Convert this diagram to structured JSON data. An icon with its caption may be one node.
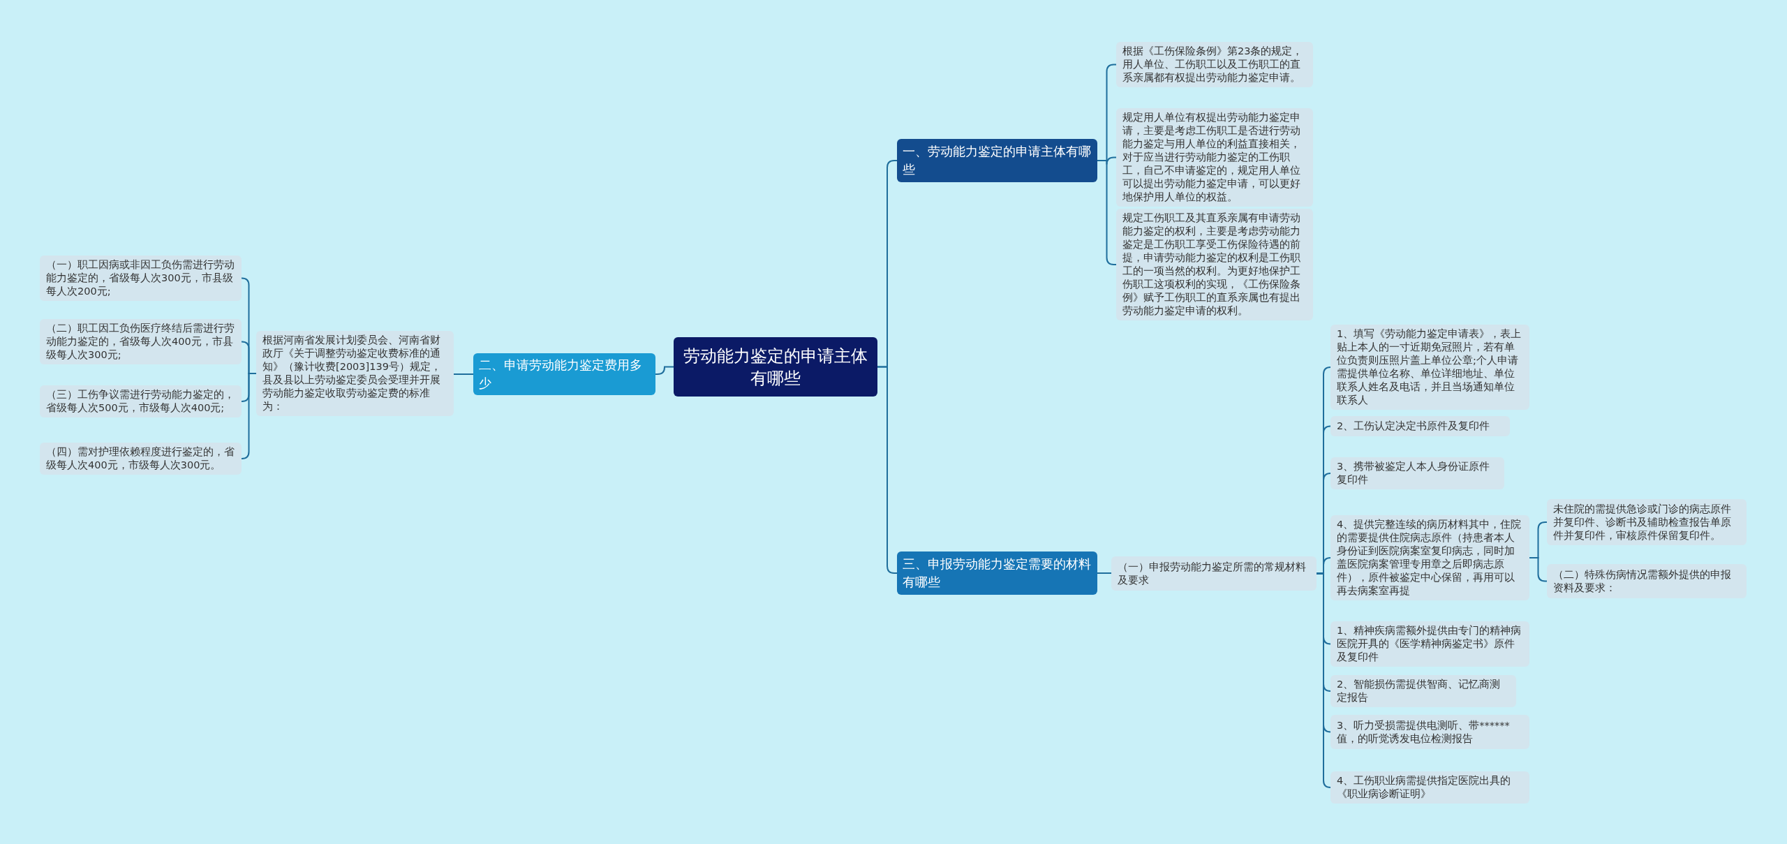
{
  "diagram": {
    "nodes": [
      {
        "text": [
          "劳动能力鉴定的申请主体有哪些"
        ]
      },
      {
        "text": [
          "一、劳动能力鉴定的申请主体有哪些"
        ]
      },
      {
        "text": [
          "根据《工伤保险条例》第23条的规定，用人单位、工伤职工以及工伤职工的直系亲属都有权提出劳动能力鉴定申请。"
        ]
      },
      {
        "text": [
          "规定用人单位有权提出劳动能力鉴定申请，主要是考虑工伤职工是否进行劳动能力鉴定与用人单位的利益直接相关，对于应当进行劳动能力鉴定的工伤职工，自己不申请鉴定的，规定用人单位可以提出劳动能力鉴定申请，可以更好地保护用人单位的权益。"
        ]
      },
      {
        "text": [
          "规定工伤职工及其直系亲属有申请劳动能力鉴定的权利，主要是考虑劳动能力鉴定是工伤职工享受工伤保险待遇的前提，申请劳动能力鉴定的权利是工伤职工的一项当然的权利。为更好地保护工伤职工这项权利的实现，《工伤保险条例》赋予工伤职工的直系亲属也有提出劳动能力鉴定申请的权利。"
        ]
      },
      {
        "text": [
          "二、申请劳动能力鉴定费用多少"
        ]
      },
      {
        "text": [
          "根据河南省发展计划委员会、河南省财政厅《关于调整劳动鉴定收费标准的通知》（豫计收费[2003]139号）规定，县及县以上劳动鉴定委员会受理并开展劳动能力鉴定收取劳动鉴定费的标准为："
        ]
      },
      {
        "text": [
          "（一）职工因病或非因工负伤需进行劳动能力鉴定的，省级每人次300元，市县级每人次200元;"
        ]
      },
      {
        "text": [
          "（二）职工因工负伤医疗终结后需进行劳动能力鉴定的，省级每人次400元，市县级每人次300元;"
        ]
      },
      {
        "text": [
          "（三）工伤争议需进行劳动能力鉴定的，省级每人次500元，市级每人次400元;"
        ]
      },
      {
        "text": [
          "（四）需对护理依赖程度进行鉴定的，省级每人次400元，市级每人次300元。"
        ]
      },
      {
        "text": [
          "三、申报劳动能力鉴定需要的材料有哪些"
        ]
      },
      {
        "text": [
          "（一）申报劳动能力鉴定所需的常规材料及要求"
        ]
      },
      {
        "text": [
          "1、填写《劳动能力鉴定申请表》，表上贴上本人的一寸近期免冠照片，若有单位负责则压照片盖上单位公章;个人申请需提供单位名称、单位详细地址、单位联系人姓名及电话，并且当场通知单位联系人"
        ]
      },
      {
        "text": [
          "2、工伤认定决定书原件及复印件"
        ]
      },
      {
        "text": [
          "3、携带被鉴定人本人身份证原件复印件"
        ]
      },
      {
        "text": [
          "4、提供完整连续的病历材料其中，住院的需要提供住院病志原件（持患者本人身份证到医院病案室复印病志，同时加盖医院病案管理专用章之后即病志原件），原件被鉴定中心保留，再用可以再去病案室再提"
        ]
      },
      {
        "text": [
          "未住院的需提供急诊或门诊的病志原件并复印件、诊断书及辅助检查报告单原件并复印件，审核原件保留复印件。"
        ]
      },
      {
        "text": [
          "（二）特殊伤病情况需额外提供的申报资料及要求："
        ]
      },
      {
        "text": [
          "1、精神疾病需额外提供由专门的精神病医院开具的《医学精神病鉴定书》原件及复印件"
        ]
      },
      {
        "text": [
          "2、智能损伤需提供智商、记忆商测定报告"
        ]
      },
      {
        "text": [
          "3、听力受损需提供电测听、带******值，的听觉诱发电位检测报告"
        ]
      },
      {
        "text": [
          "4、工伤职业病需提供指定医院出具的《职业病诊断证明》"
        ]
      }
    ],
    "edges": [
      {
        "from": 0,
        "to": 1,
        "arrow": "none"
      },
      {
        "from": 0,
        "to": 5,
        "arrow": "none"
      },
      {
        "from": 0,
        "to": 11,
        "arrow": "none"
      },
      {
        "from": 1,
        "to": 2,
        "arrow": "none"
      },
      {
        "from": 1,
        "to": 3,
        "arrow": "none"
      },
      {
        "from": 1,
        "to": 4,
        "arrow": "none"
      },
      {
        "from": 5,
        "to": 6,
        "arrow": "none"
      },
      {
        "from": 6,
        "to": 7,
        "arrow": "none"
      },
      {
        "from": 6,
        "to": 8,
        "arrow": "none"
      },
      {
        "from": 6,
        "to": 9,
        "arrow": "none"
      },
      {
        "from": 6,
        "to": 10,
        "arrow": "none"
      },
      {
        "from": 11,
        "to": 12,
        "arrow": "none"
      },
      {
        "from": 12,
        "to": 13,
        "arrow": "none"
      },
      {
        "from": 12,
        "to": 14,
        "arrow": "none"
      },
      {
        "from": 12,
        "to": 15,
        "arrow": "none"
      },
      {
        "from": 12,
        "to": 16,
        "arrow": "none"
      },
      {
        "from": 16,
        "to": 17,
        "arrow": "none"
      },
      {
        "from": 16,
        "to": 18,
        "arrow": "none"
      },
      {
        "from": 12,
        "to": 19,
        "arrow": "none"
      },
      {
        "from": 12,
        "to": 20,
        "arrow": "none"
      },
      {
        "from": 12,
        "to": 21,
        "arrow": "none"
      },
      {
        "from": 12,
        "to": 22,
        "arrow": "none"
      }
    ]
  }
}
